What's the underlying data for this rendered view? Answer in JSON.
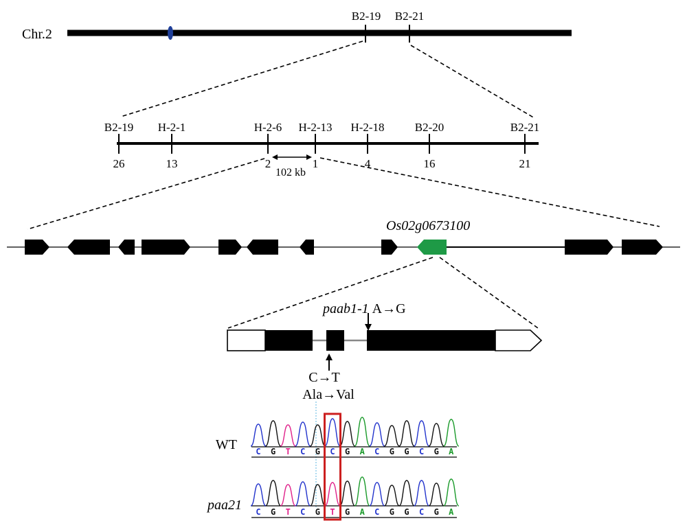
{
  "chromosome": {
    "label": "Chr.2",
    "bar_color": "#000000",
    "centromere_color": "#1f3f99",
    "markers": [
      "B2-19",
      "B2-21"
    ]
  },
  "fine_map": {
    "markers": [
      {
        "name": "B2-19",
        "recombinants": "26"
      },
      {
        "name": "H-2-1",
        "recombinants": "13"
      },
      {
        "name": "H-2-6",
        "recombinants": "2"
      },
      {
        "name": "H-2-13",
        "recombinants": "1"
      },
      {
        "name": "H-2-18",
        "recombinants": "4"
      },
      {
        "name": "B2-20",
        "recombinants": "16"
      },
      {
        "name": "B2-21",
        "recombinants": "21"
      }
    ],
    "interval_label": "102 kb"
  },
  "genes": {
    "candidate_label": "Os02g0673100",
    "candidate_color": "#1e9a46",
    "other_gene_color": "#000000"
  },
  "gene_structure": {
    "mutation_top": "paab1-1",
    "mutation_top_change": "A→G",
    "mutation_bottom_nt": "C→T",
    "mutation_bottom_aa": "Ala→Val"
  },
  "chromatogram": {
    "rows": [
      {
        "label": "WT",
        "italic": false,
        "sequence": [
          "C",
          "G",
          "T",
          "C",
          "G",
          "C",
          "G",
          "A",
          "C",
          "G",
          "G",
          "C",
          "G",
          "A"
        ]
      },
      {
        "label": "paa21",
        "italic": true,
        "sequence": [
          "C",
          "G",
          "T",
          "C",
          "G",
          "T",
          "G",
          "A",
          "C",
          "G",
          "G",
          "C",
          "G",
          "A"
        ]
      }
    ],
    "highlight_index": 5,
    "highlight_color": "#cc1f1f",
    "base_colors": {
      "A": "#1a9a2a",
      "C": "#2233cc",
      "G": "#111111",
      "T": "#e0208a"
    }
  }
}
